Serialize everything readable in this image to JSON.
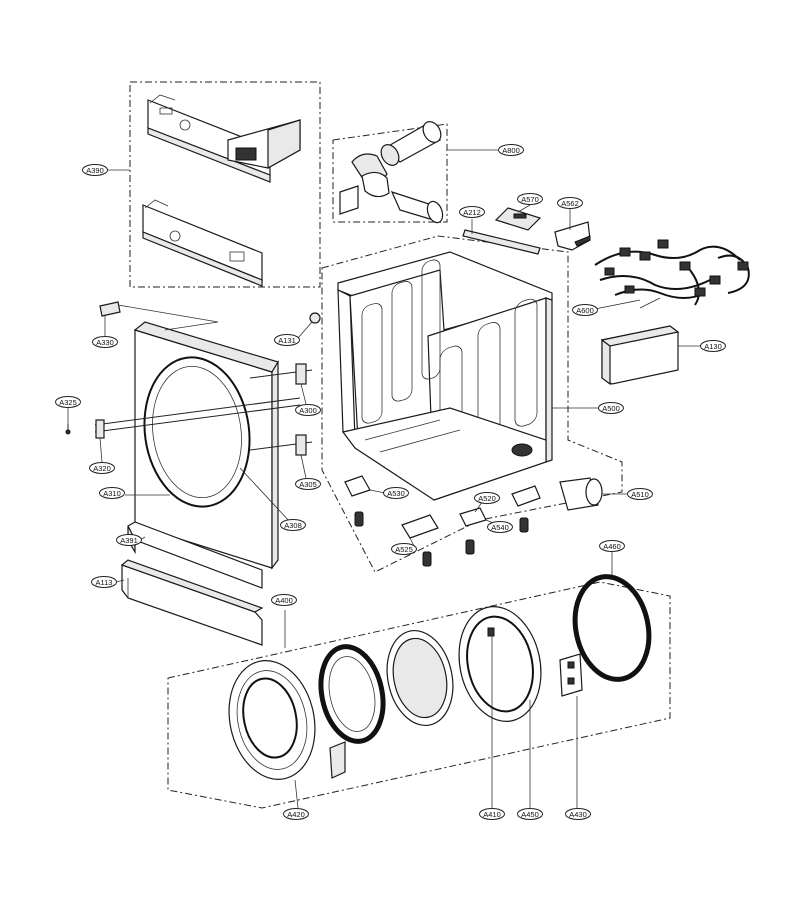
{
  "callouts": {
    "A390": "A390",
    "A800": "A800",
    "A570": "A570",
    "A562": "A562",
    "A212": "A212",
    "A600": "A600",
    "A330": "A330",
    "A131": "A131",
    "A130": "A130",
    "A325": "A325",
    "A300": "A300",
    "A500": "A500",
    "A320": "A320",
    "A305": "A305",
    "A310": "A310",
    "A530": "A530",
    "A520": "A520",
    "A510": "A510",
    "A308": "A308",
    "A540": "A540",
    "A391": "A391",
    "A525": "A525",
    "A460": "A460",
    "A113": "A113",
    "A400": "A400",
    "A420": "A420",
    "A410": "A410",
    "A450": "A450",
    "A430": "A430"
  }
}
